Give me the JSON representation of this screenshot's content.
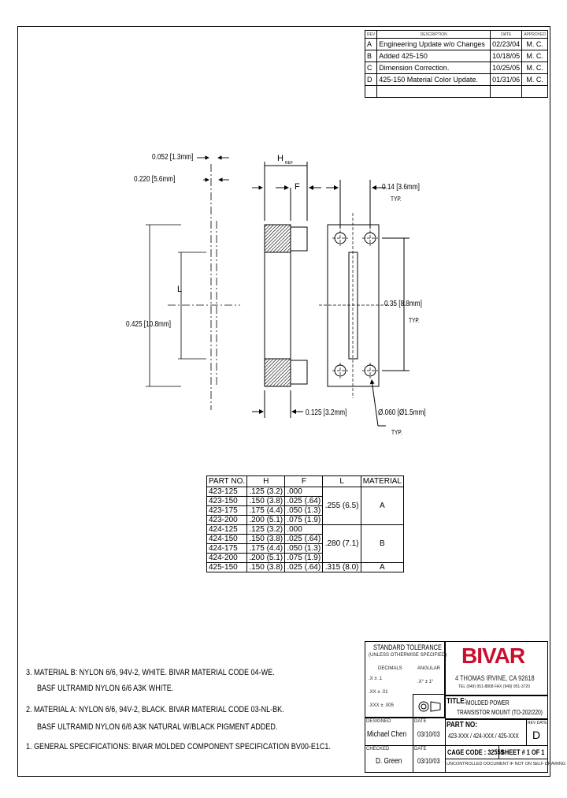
{
  "revisions": {
    "header": {
      "rev": "REV",
      "description": "DESCRIPTION",
      "date": "DATE",
      "approved": "APPROVED"
    },
    "rows": [
      {
        "rev": "A",
        "description": "Engineering Update w/o Changes",
        "date": "02/23/04",
        "approved": "M. C."
      },
      {
        "rev": "B",
        "description": "Added 425-150",
        "date": "10/18/05",
        "approved": "M. C."
      },
      {
        "rev": "C",
        "description": "Dimension Correction.",
        "date": "10/25/05",
        "approved": "M. C."
      },
      {
        "rev": "D",
        "description": "425-150 Material Color Update.",
        "date": "01/31/06",
        "approved": "M. C."
      }
    ]
  },
  "dims": {
    "d0052": "0.052 [1.3mm]",
    "d0220": "0.220 [5.6mm]",
    "h": "H",
    "ref": "REF",
    "f": "F",
    "d014": "0.14 [3.6mm]",
    "typ1": "TYP.",
    "l": "L",
    "d0425": "0.425 [10.8mm]",
    "d035": "0.35 [8.8mm]",
    "typ2": "TYP.",
    "d0125": "0.125 [3.2mm]",
    "d0060": "Ø.060 [Ø1.5mm]",
    "typ3": "TYP."
  },
  "parts": {
    "headers": [
      "PART NO.",
      "H",
      "F",
      "L",
      "MATERIAL"
    ],
    "rows": [
      [
        "423-125",
        ".125 (3.2)",
        ".000"
      ],
      [
        "423-150",
        ".150 (3.8)",
        ".025 (.64)"
      ],
      [
        "423-175",
        ".175 (4.4)",
        ".050 (1.3)"
      ],
      [
        "423-200",
        ".200 (5.1)",
        ".075 (1.9)"
      ],
      [
        "424-125",
        ".125 (3.2)",
        ".000"
      ],
      [
        "424-150",
        ".150 (3.8)",
        ".025 (.64)"
      ],
      [
        "424-175",
        ".175 (4.4)",
        ".050 (1.3)"
      ],
      [
        "424-200",
        ".200 (5.1)",
        ".075 (1.9)"
      ],
      [
        "425-150",
        ".150 (3.8)",
        ".025 (.64)"
      ]
    ],
    "l_groups": [
      ".255 (6.5)",
      ".280 (7.1)",
      ".315 (8.0)"
    ],
    "materials": [
      "A",
      "B",
      "A"
    ]
  },
  "notes": [
    "3.  MATERIAL B: NYLON 6/6, 94V-2, WHITE. BIVAR MATERIAL CODE 04-WE.",
    "BASF ULTRAMID NYLON 6/6 A3K WHITE.",
    "2.  MATERIAL A: NYLON 6/6, 94V-2, BLACK. BIVAR MATERIAL CODE 03-NL-BK.",
    "BASF ULTRAMID NYLON 6/6 A3K NATURAL W/BLACK PIGMENT ADDED.",
    "1.  GENERAL SPECIFICATIONS: BIVAR MOLDED COMPONENT SPECIFICATION BV00-E1C1."
  ],
  "titleblock": {
    "std_tol": "STANDARD TOLERANCE",
    "unless": "(UNLESS OTHERWISE SPECIFIED)",
    "decimals": "DECIMALS",
    "angular": "ANGULAR",
    "tol1": ".X     ± .1",
    "tol2": ".XX    ± .01",
    "tol3": ".XXX  ± .005",
    "ang": ".X°   ± 1°",
    "company": "BIVAR",
    "address": "4 THOMAS IRVINE, CA 92618",
    "phone": "TEL (949) 951-8808     FAX (949) 951-3720",
    "title_label": "TITLE:",
    "title1": "MOLDED POWER",
    "title2": "TRANSISTOR MOUNT (TO-202/220)",
    "partno_label": "PART NO:",
    "partno": "423-XXX / 424-XXX / 425-XXX",
    "designed_label": "DESIGNED",
    "designer": "Michael Chen",
    "date_label": "DATE",
    "date1": "03/10/03",
    "checked_label": "CHECKED",
    "checker": "D. Green",
    "date2": "03/10/03",
    "rev_label": "REV DATE",
    "rev": "D",
    "cage": "CAGE CODE :  32559",
    "sheet": "SHEET # 1 OF 1",
    "footer": "UNCONTROLLED DOCUMENT IF NOT ON SELF DRAWING"
  }
}
